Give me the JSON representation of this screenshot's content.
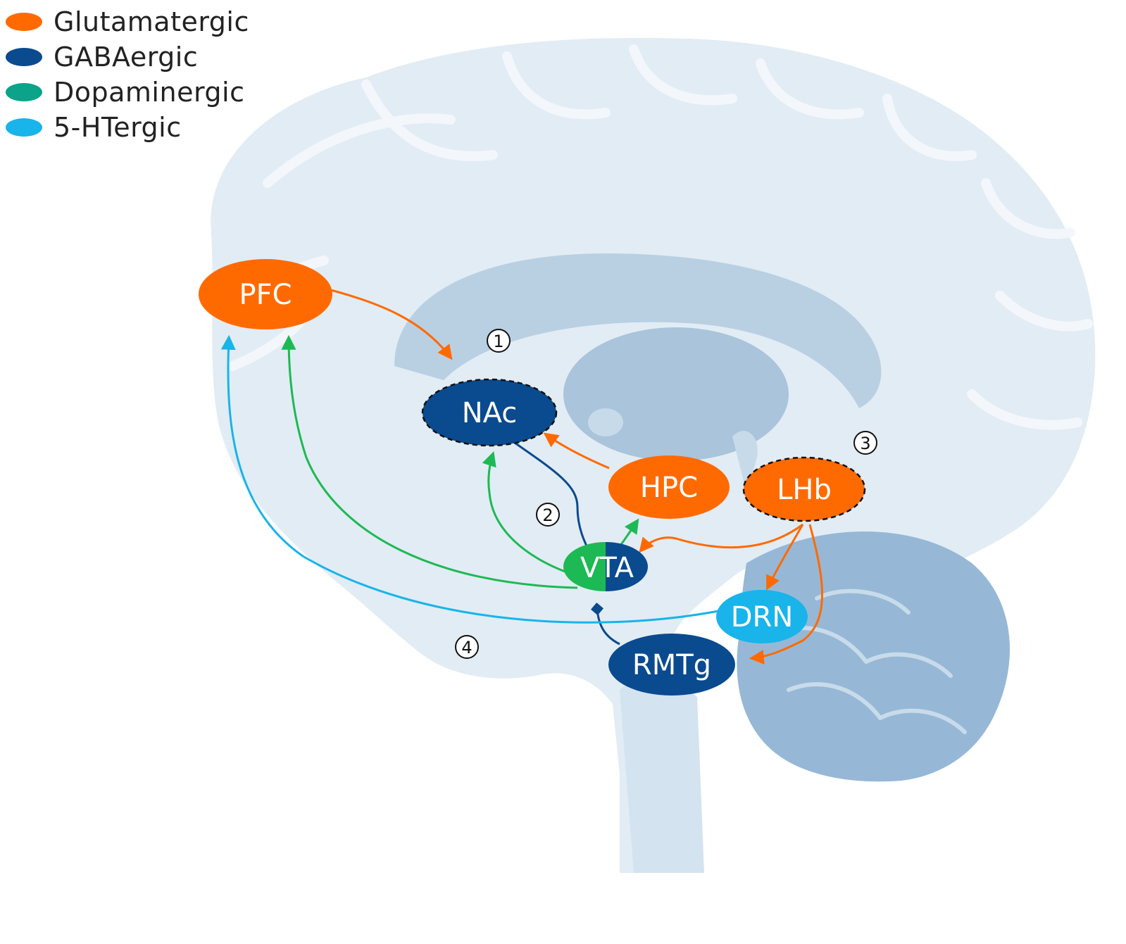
{
  "legend": [
    {
      "label": "Glutamatergic",
      "color": "#FF6A00"
    },
    {
      "label": "GABAergic",
      "color": "#0A4A8F"
    },
    {
      "label": "Dopaminergic",
      "color": "#0BA38A"
    },
    {
      "label": "5-HTergic",
      "color": "#18B4EA"
    }
  ],
  "nodes": {
    "pfc": "PFC",
    "nac": "NAc",
    "hpc": "HPC",
    "lhb": "LHb",
    "vta": "VTA",
    "drn": "DRN",
    "rmtg": "RMTg"
  },
  "markers": [
    "1",
    "2",
    "3",
    "4"
  ],
  "colors": {
    "glutamatergic": "#FF6A00",
    "gabaergic": "#0A4A8F",
    "dopaminergic_arrow": "#1DB954",
    "serotonergic": "#18B4EA",
    "brain_fill": "#E2ECF4",
    "deep_structure": "#A9C4DB",
    "cerebellum": "#96B8D6"
  }
}
